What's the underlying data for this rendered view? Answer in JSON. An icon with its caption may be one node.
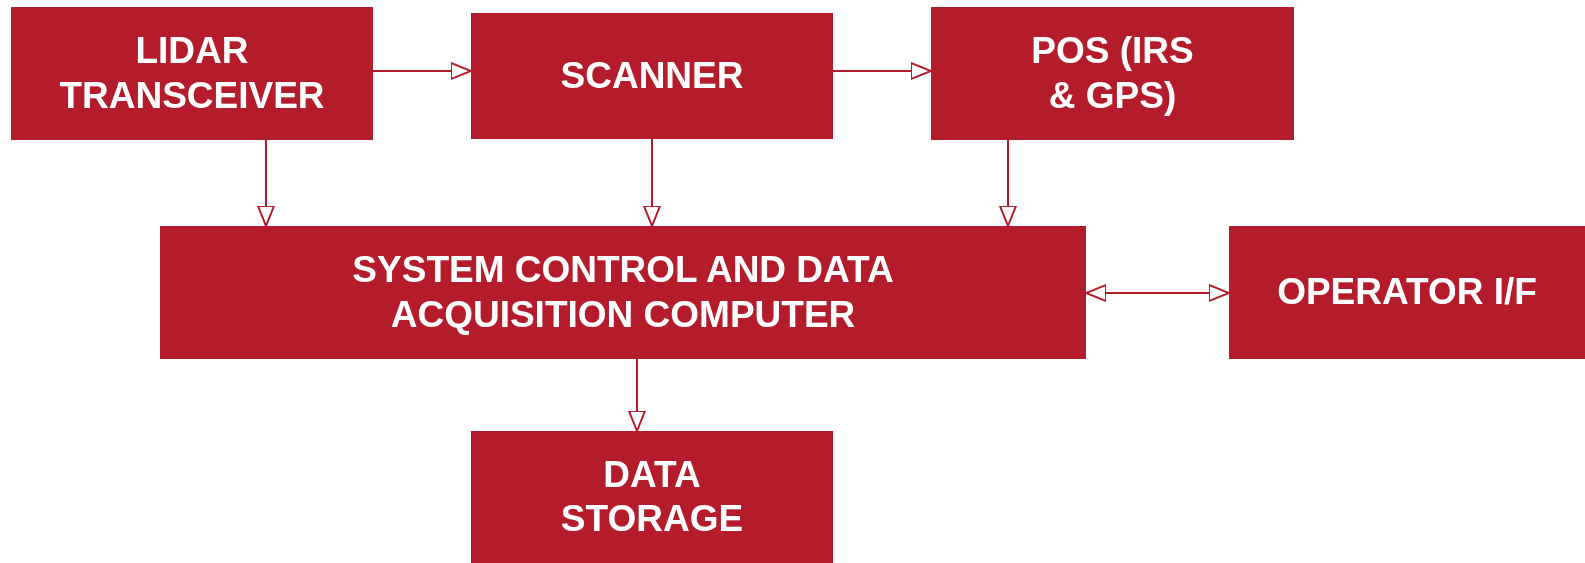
{
  "diagram": {
    "nodes": [
      {
        "text": [
          "LIDAR TRANSCEIVER"
        ]
      },
      {
        "text": [
          "SCANNER"
        ]
      },
      {
        "text": [
          "POS (IRS & GPS)"
        ]
      },
      {
        "text": [
          "SYSTEM CONTROL AND DATA ACQUISITION COMPUTER"
        ]
      },
      {
        "text": [
          "OPERATOR I/F"
        ]
      },
      {
        "text": [
          "DATA STORAGE"
        ]
      }
    ],
    "edges": [
      {
        "from": 0,
        "to": 1,
        "arrow": "to"
      },
      {
        "from": 1,
        "to": 2,
        "arrow": "to"
      },
      {
        "from": 0,
        "to": 3,
        "arrow": "to"
      },
      {
        "from": 1,
        "to": 3,
        "arrow": "to"
      },
      {
        "from": 2,
        "to": 3,
        "arrow": "to"
      },
      {
        "from": 3,
        "to": 4,
        "arrow": "both"
      },
      {
        "from": 3,
        "to": 5,
        "arrow": "to"
      }
    ]
  }
}
